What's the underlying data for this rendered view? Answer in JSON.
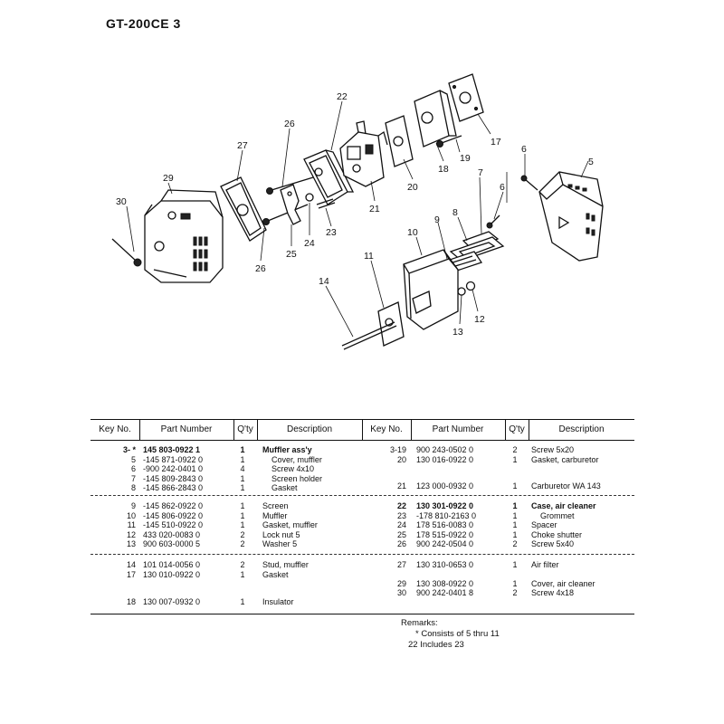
{
  "header": {
    "title": "GT-200CE  3"
  },
  "diagram": {
    "callouts": [
      {
        "id": "c22",
        "label": "22"
      },
      {
        "id": "c26a",
        "label": "26"
      },
      {
        "id": "c27",
        "label": "27"
      },
      {
        "id": "c29",
        "label": "29"
      },
      {
        "id": "c30",
        "label": "30"
      },
      {
        "id": "c26b",
        "label": "26"
      },
      {
        "id": "c25",
        "label": "25"
      },
      {
        "id": "c24",
        "label": "24"
      },
      {
        "id": "c23",
        "label": "23"
      },
      {
        "id": "c21",
        "label": "21"
      },
      {
        "id": "c20",
        "label": "20"
      },
      {
        "id": "c18",
        "label": "18"
      },
      {
        "id": "c19",
        "label": "19"
      },
      {
        "id": "c17",
        "label": "17"
      },
      {
        "id": "c6a",
        "label": "6"
      },
      {
        "id": "c5",
        "label": "5"
      },
      {
        "id": "c7",
        "label": "7"
      },
      {
        "id": "c6b",
        "label": "6"
      },
      {
        "id": "c8",
        "label": "8"
      },
      {
        "id": "c9",
        "label": "9"
      },
      {
        "id": "c10",
        "label": "10"
      },
      {
        "id": "c11",
        "label": "11"
      },
      {
        "id": "c14",
        "label": "14"
      },
      {
        "id": "c12",
        "label": "12"
      },
      {
        "id": "c13",
        "label": "13"
      }
    ]
  },
  "table": {
    "headers": {
      "key_no": "Key No.",
      "part_number": "Part Number",
      "qty": "Q'ty",
      "description": "Description",
      "key_no_2": "Key No.",
      "part_number_2": "Part Number",
      "qty_2": "Q'ty",
      "description_2": "Description"
    },
    "left": [
      {
        "key": "3- *",
        "part": "145  803-0922  1",
        "qty": "1",
        "desc": "Muffler ass'y",
        "bold": true
      },
      {
        "key": "5",
        "part": "-145  871-0922  0",
        "qty": "1",
        "desc": "Cover, muffler"
      },
      {
        "key": "6",
        "part": "-900  242-0401  0",
        "qty": "4",
        "desc": "Screw 4x10"
      },
      {
        "key": "7",
        "part": "-145  809-2843  0",
        "qty": "1",
        "desc": "Screen holder"
      },
      {
        "key": "8",
        "part": "-145  866-2843  0",
        "qty": "1",
        "desc": "Gasket"
      },
      {
        "key": "9",
        "part": "-145  862-0922  0",
        "qty": "1",
        "desc": "Screen"
      },
      {
        "key": "10",
        "part": "-145  806-0922  0",
        "qty": "1",
        "desc": "Muffler"
      },
      {
        "key": "11",
        "part": "-145  510-0922  0",
        "qty": "1",
        "desc": "Gasket, muffler"
      },
      {
        "key": "12",
        "part": "433  020-0083  0",
        "qty": "2",
        "desc": "Lock nut 5"
      },
      {
        "key": "13",
        "part": "900  603-0000  5",
        "qty": "2",
        "desc": "Washer 5"
      },
      {
        "key": "14",
        "part": "101  014-0056  0",
        "qty": "2",
        "desc": "Stud, muffler"
      },
      {
        "key": "17",
        "part": "130  010-0922  0",
        "qty": "1",
        "desc": "Gasket"
      },
      {
        "key": "18",
        "part": "130  007-0932  0",
        "qty": "1",
        "desc": "Insulator"
      }
    ],
    "right": [
      {
        "key": "3-19",
        "part": "900  243-0502  0",
        "qty": "2",
        "desc": "Screw 5x20"
      },
      {
        "key": "20",
        "part": "130  016-0922  0",
        "qty": "1",
        "desc": "Gasket, carburetor"
      },
      {
        "key": "21",
        "part": "123  000-0932  0",
        "qty": "1",
        "desc": "Carburetor WA 143"
      },
      {
        "key": "22",
        "part": "130  301-0922  0",
        "qty": "1",
        "desc": "Case, air cleaner",
        "bold": true
      },
      {
        "key": "23",
        "part": "-178  810-2163  0",
        "qty": "1",
        "desc": "Grommet"
      },
      {
        "key": "24",
        "part": "178  516-0083  0",
        "qty": "1",
        "desc": "Spacer"
      },
      {
        "key": "25",
        "part": "178  515-0922  0",
        "qty": "1",
        "desc": "Choke shutter"
      },
      {
        "key": "26",
        "part": "900  242-0504  0",
        "qty": "2",
        "desc": "Screw 5x40"
      },
      {
        "key": "27",
        "part": "130  310-0653  0",
        "qty": "1",
        "desc": "Air filter"
      },
      {
        "key": "29",
        "part": "130  308-0922  0",
        "qty": "1",
        "desc": "Cover, air cleaner"
      },
      {
        "key": "30",
        "part": "900  242-0401  8",
        "qty": "2",
        "desc": "Screw 4x18"
      }
    ]
  },
  "remarks": {
    "title": "Remarks:",
    "lines": [
      "* Consists of 5 thru 11",
      "22 Includes 23"
    ]
  }
}
